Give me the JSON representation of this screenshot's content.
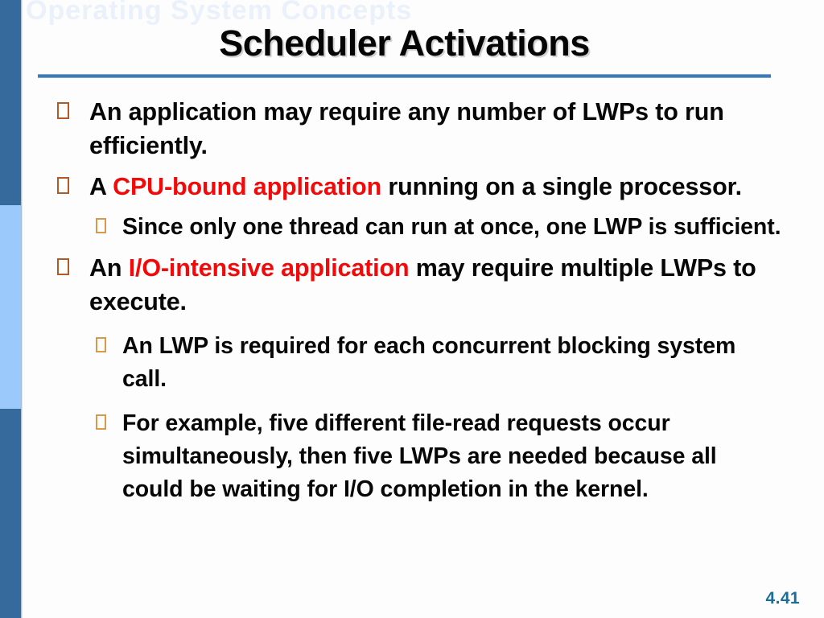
{
  "slide": {
    "title": "Scheduler Activations",
    "watermark": "Operating System Concepts",
    "page_number": "4.41",
    "accent_color": "#36699c",
    "accent_light_color": "#9cc9fb",
    "rule_color": "#3f7cb5",
    "highlight_color": "#f20a0a",
    "bullet_level1_color": "#b05a28",
    "bullet_level2_color": "#d89a4a",
    "page_number_color": "#1c6e96"
  },
  "bullets": [
    {
      "level": 1,
      "marker": "hollow-square-bullet",
      "segments": [
        {
          "text": "An application may require any number of LWPs to run efficiently.",
          "highlight": false
        }
      ]
    },
    {
      "level": 1,
      "marker": "hollow-square-bullet",
      "segments": [
        {
          "text": "A ",
          "highlight": false
        },
        {
          "text": "CPU-bound application",
          "highlight": true
        },
        {
          "text": " running on a single processor.",
          "highlight": false
        }
      ]
    },
    {
      "level": 2,
      "marker": "hollow-square-bullet",
      "segments": [
        {
          "text": " Since only one thread can run at once, one LWP is sufficient.",
          "highlight": false
        }
      ]
    },
    {
      "level": 1,
      "marker": "hollow-square-bullet",
      "segments": [
        {
          "text": "An ",
          "highlight": false
        },
        {
          "text": "I/O-intensive application",
          "highlight": true
        },
        {
          "text": " may require multiple LWPs to execute.",
          "highlight": false
        }
      ]
    },
    {
      "level": 2,
      "marker": "hollow-square-bullet",
      "segments": [
        {
          "text": "An LWP is required for each concurrent blocking system call.",
          "highlight": false
        }
      ]
    },
    {
      "level": 2,
      "marker": "hollow-square-bullet",
      "segments": [
        {
          "text": "For example, five different file-read requests occur simultaneously, then five LWPs are needed because all could be waiting for I/O completion in the kernel.",
          "highlight": false
        }
      ]
    }
  ]
}
